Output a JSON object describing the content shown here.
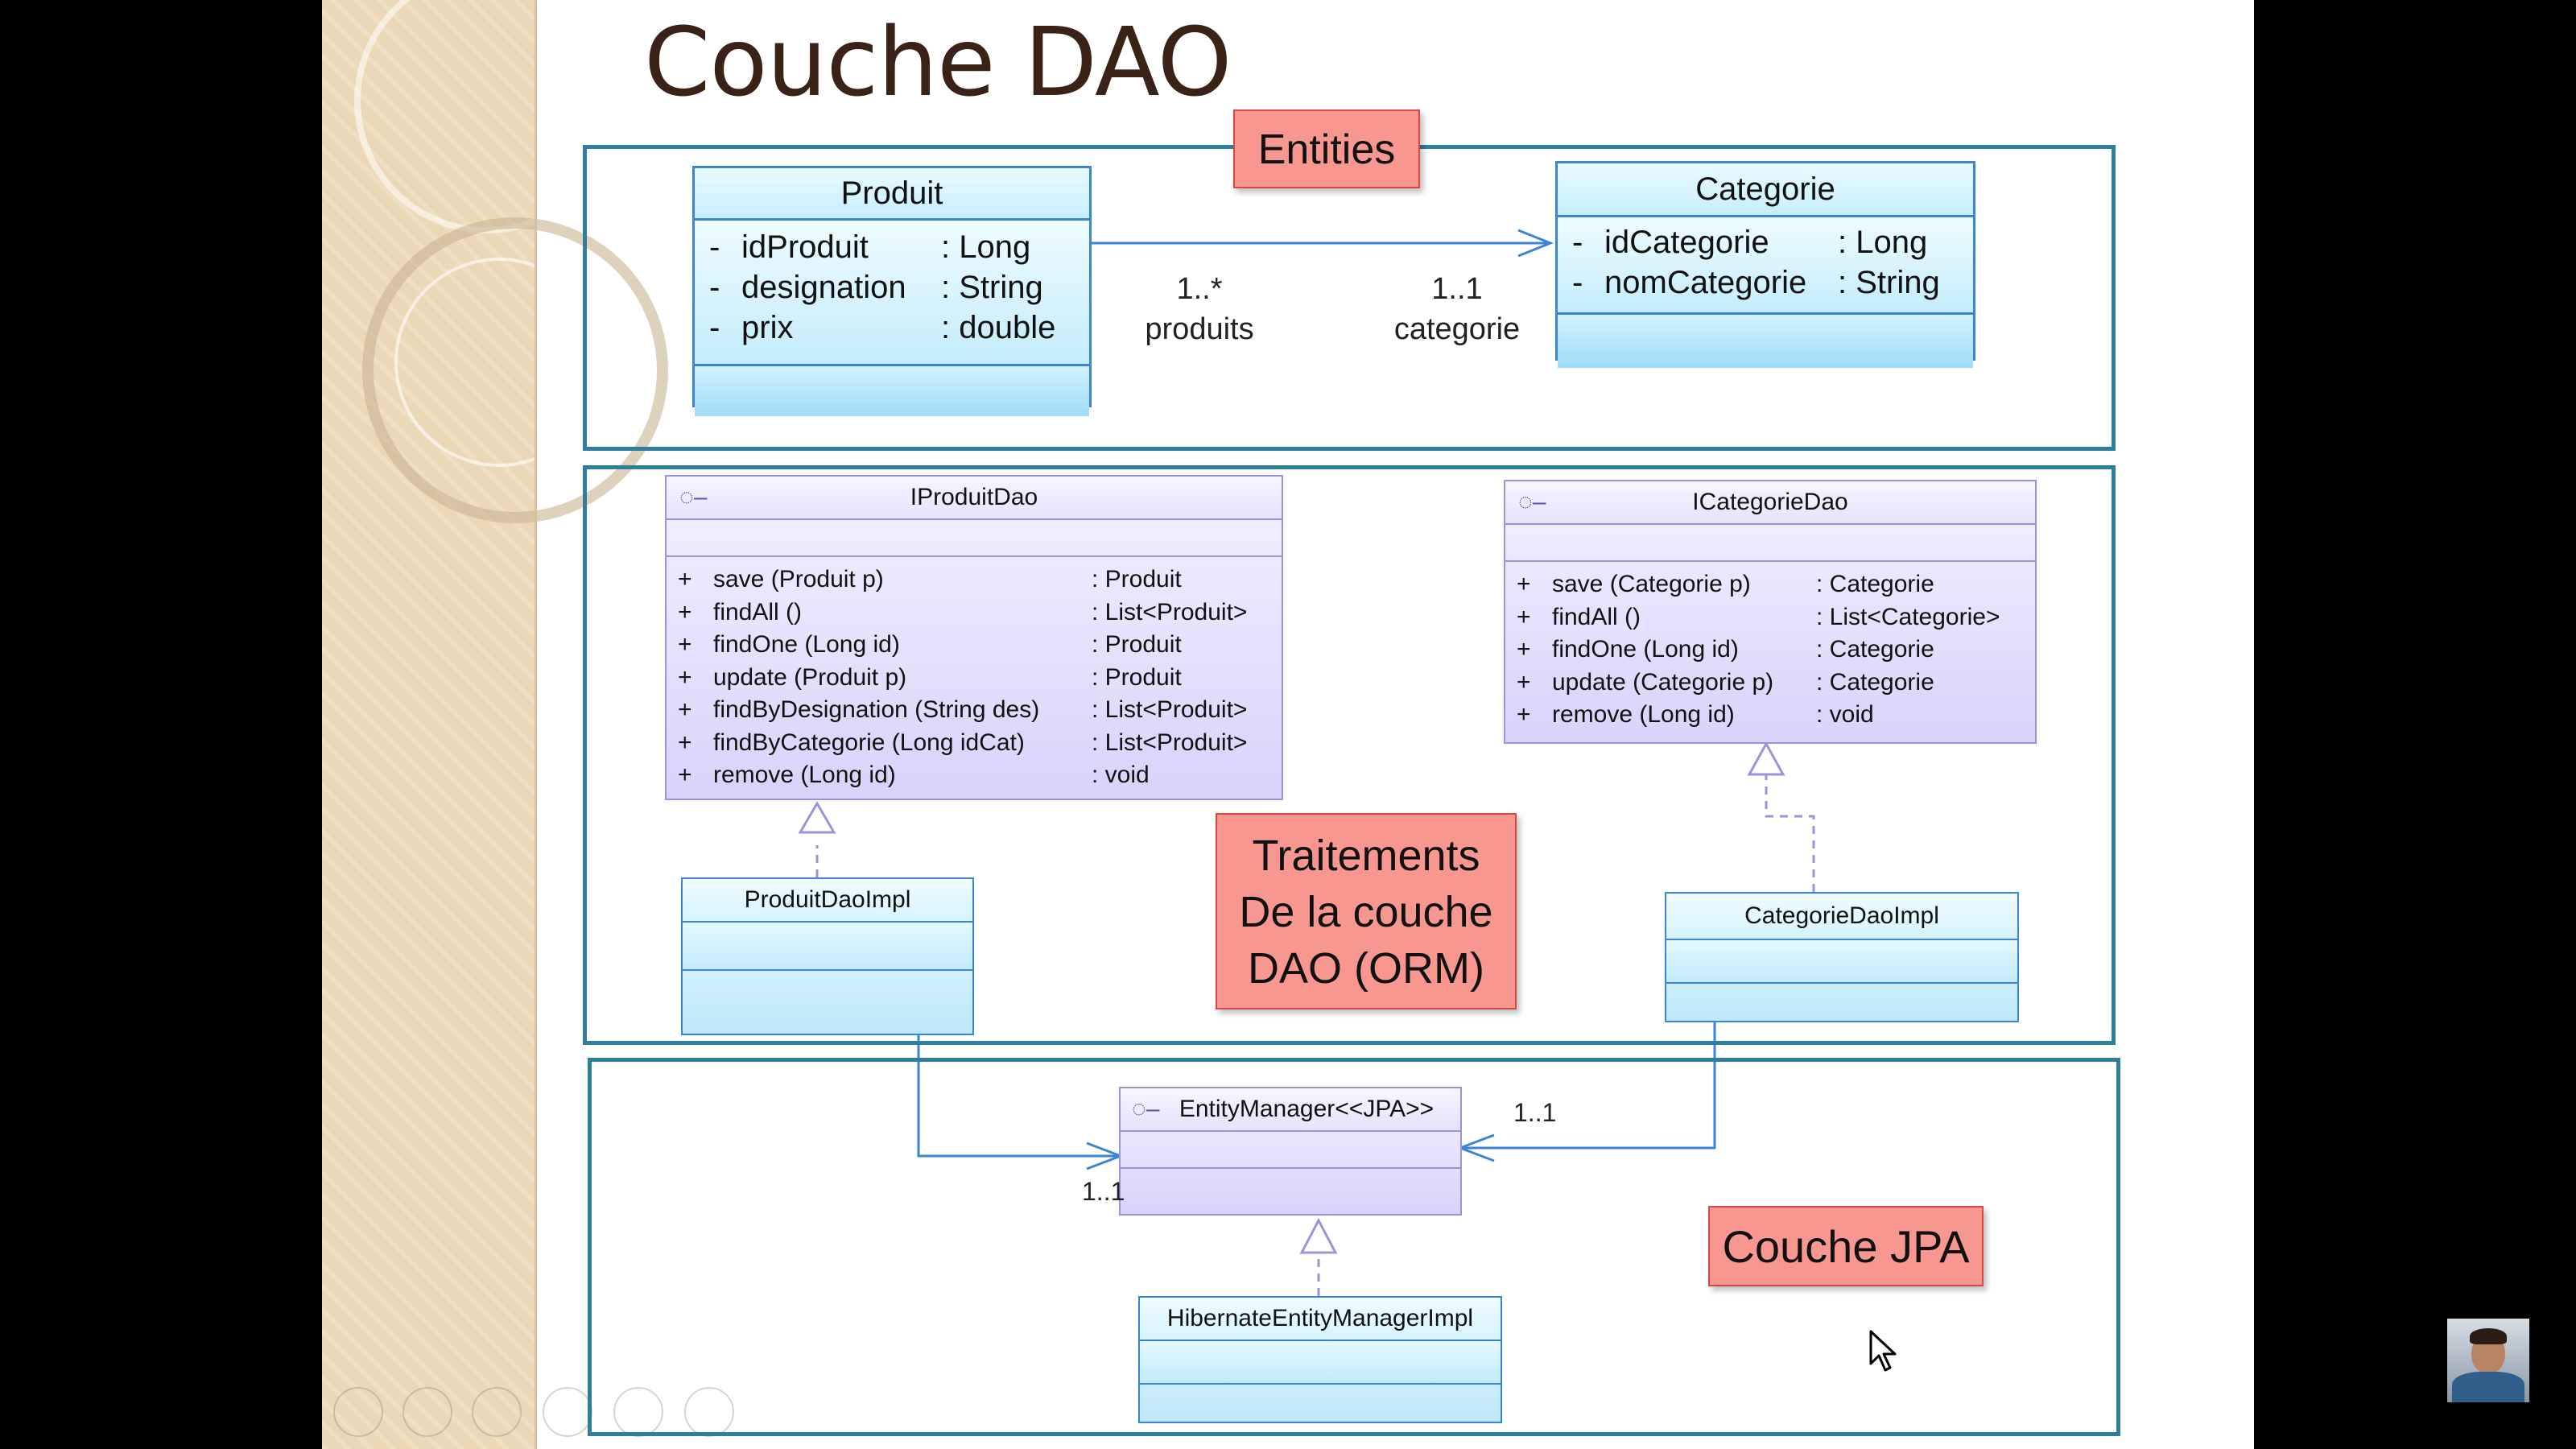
{
  "slide": {
    "title": "Couche DAO",
    "tags": {
      "entities": "Entities",
      "traitements": [
        "Traitements",
        "De la couche",
        "DAO (ORM)"
      ],
      "jpa": "Couche JPA"
    }
  },
  "entities": {
    "produit": {
      "name": "Produit",
      "attributes": [
        {
          "vis": "-",
          "name": "idProduit",
          "type": ": Long"
        },
        {
          "vis": "-",
          "name": "designation",
          "type": ": String"
        },
        {
          "vis": "-",
          "name": "prix",
          "type": ": double"
        }
      ]
    },
    "categorie": {
      "name": "Categorie",
      "attributes": [
        {
          "vis": "-",
          "name": "idCategorie",
          "type": ": Long"
        },
        {
          "vis": "-",
          "name": "nomCategorie",
          "type": ": String"
        }
      ]
    },
    "association": {
      "source_multiplicity": "1..*",
      "source_role": "produits",
      "target_multiplicity": "1..1",
      "target_role": "categorie"
    }
  },
  "dao": {
    "iproduit": {
      "name": "IProduitDao",
      "operations": [
        {
          "vis": "+",
          "sig": "save (Produit p)",
          "ret": ": Produit"
        },
        {
          "vis": "+",
          "sig": "findAll ()",
          "ret": ": List<Produit>"
        },
        {
          "vis": "+",
          "sig": "findOne (Long id)",
          "ret": ": Produit"
        },
        {
          "vis": "+",
          "sig": "update (Produit p)",
          "ret": ": Produit"
        },
        {
          "vis": "+",
          "sig": "findByDesignation (String des)",
          "ret": ": List<Produit>"
        },
        {
          "vis": "+",
          "sig": "findByCategorie (Long idCat)",
          "ret": ": List<Produit>"
        },
        {
          "vis": "+",
          "sig": "remove (Long id)",
          "ret": ": void"
        }
      ]
    },
    "icategorie": {
      "name": "ICategorieDao",
      "operations": [
        {
          "vis": "+",
          "sig": "save (Categorie p)",
          "ret": ": Categorie"
        },
        {
          "vis": "+",
          "sig": "findAll ()",
          "ret": ": List<Categorie>"
        },
        {
          "vis": "+",
          "sig": "findOne (Long id)",
          "ret": ": Categorie"
        },
        {
          "vis": "+",
          "sig": "update (Categorie p)",
          "ret": ": Categorie"
        },
        {
          "vis": "+",
          "sig": "remove (Long id)",
          "ret": ": void"
        }
      ]
    },
    "produit_impl": "ProduitDaoImpl",
    "categorie_impl": "CategorieDaoImpl"
  },
  "jpa": {
    "entity_manager": "EntityManager<<JPA>>",
    "hibernate_impl": "HibernateEntityManagerImpl",
    "mult_left": "1..1",
    "mult_right": "1..1"
  },
  "colors": {
    "panel_border": "#2f7f9c",
    "tag_fill": "#f8978f",
    "entity_border": "#3a86d4",
    "interface_fill": "#d8d3fb",
    "arrow": "#3a86d4",
    "title": "#3a2216"
  }
}
